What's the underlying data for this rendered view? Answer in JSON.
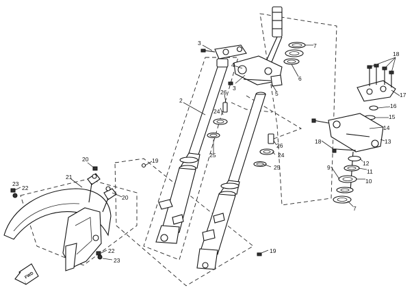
{
  "callouts": [
    "2",
    "3",
    "4",
    "5",
    "6",
    "7",
    "9",
    "10",
    "11",
    "12",
    "13",
    "14",
    "15",
    "16",
    "17",
    "18",
    "19",
    "20",
    "21",
    "22",
    "23",
    "24",
    "25",
    "26"
  ],
  "direction_badge": "FWD"
}
